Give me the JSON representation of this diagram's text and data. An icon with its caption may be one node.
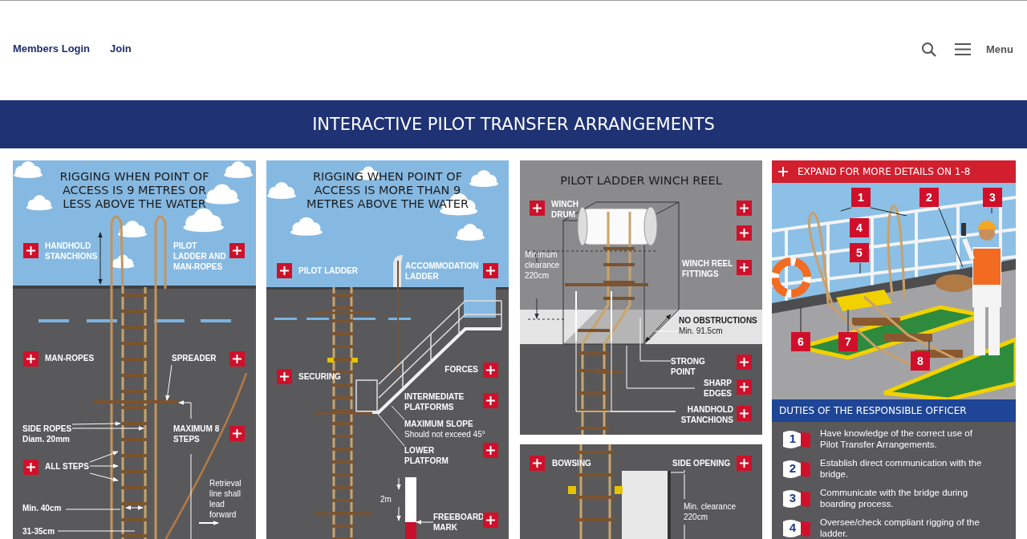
{
  "diagram": {
    "title": "INTERACTIVE PILOT TRANSFER ARRANGEMENTS",
    "nodes": [
      {
        "text": [
          "RIGGING WHEN POINT OF ACCESS IS 9 METRES OR LESS ABOVE THE WATER"
        ]
      },
      {
        "text": [
          "RIGGING WHEN POINT OF ACCESS IS MORE THAN 9 METRES ABOVE THE WATER"
        ]
      },
      {
        "text": [
          "PILOT LADDER WINCH REEL"
        ]
      },
      {
        "text": [],
        "shape": "box"
      },
      {
        "text": [
          "EXPAND FOR MORE DETAILS ON 1-8"
        ]
      },
      {
        "text": [
          "DUTIES OF THE RESPONSIBLE OFFICER"
        ]
      },
      {
        "text": [
          "SPREADER"
        ],
        "in": 0
      },
      {
        "text": [
          "SIDE ROPES Diam. 20mm"
        ],
        "in": 0
      },
      {
        "text": [
          "ALL STEPS"
        ],
        "in": 0
      },
      {
        "text": [
          "Min. 40cm"
        ],
        "in": 0
      },
      {
        "text": [
          "31-35cm"
        ],
        "in": 0
      },
      {
        "text": [
          "MAXIMUM SLOPE",
          "Should not exceed 45°"
        ],
        "in": 1
      },
      {
        "text": [
          "LOWER PLATFORM"
        ],
        "in": 1
      },
      {
        "text": [
          "FREEBOARD MARK"
        ],
        "in": 1
      },
      {
        "text": [
          "NO OBSTRUCTIONS",
          "Min. 91.5cm"
        ],
        "in": 2
      },
      {
        "text": [
          "STRONG POINT"
        ],
        "in": 2
      },
      {
        "text": [
          "SHARP EDGES"
        ],
        "in": 2
      },
      {
        "text": [
          "HANDHOLD STANCHIONS"
        ],
        "in": 2
      },
      {
        "text": [
          "SIDE OPENING"
        ],
        "in": 3
      },
      {
        "text": [
          "1"
        ]
      },
      {
        "text": [
          "2"
        ]
      },
      {
        "text": [
          "3"
        ]
      },
      {
        "text": [
          "4"
        ]
      },
      {
        "text": [
          "5"
        ]
      },
      {
        "text": [
          "6"
        ]
      },
      {
        "text": [
          "7"
        ]
      },
      {
        "text": [
          "8"
        ]
      }
    ],
    "edges": [
      {
        "from": 6,
        "to": null,
        "arrow": "to"
      },
      {
        "from": 7,
        "to": null,
        "arrow": "to"
      },
      {
        "from": 7,
        "to": null,
        "arrow": "to"
      },
      {
        "from": 8,
        "to": null,
        "arrow": "to"
      },
      {
        "from": 8,
        "to": null,
        "arrow": "to"
      },
      {
        "from": 8,
        "to": null,
        "arrow": "to"
      },
      {
        "from": 9,
        "to": null,
        "arrow": "none"
      },
      {
        "from": 10,
        "to": null,
        "arrow": "none"
      },
      {
        "from": 11,
        "to": null,
        "arrow": "none"
      },
      {
        "from": 12,
        "to": null,
        "arrow": "none"
      },
      {
        "from": 13,
        "to": null,
        "arrow": "to"
      },
      {
        "from": 14,
        "to": null,
        "arrow": "none"
      },
      {
        "from": 15,
        "to": null,
        "arrow": "none"
      },
      {
        "from": 16,
        "to": null,
        "arrow": "none"
      },
      {
        "from": 17,
        "to": null,
        "arrow": "none"
      },
      {
        "from": 17,
        "to": null,
        "arrow": "none"
      },
      {
        "from": 18,
        "to": null,
        "arrow": "none"
      },
      {
        "from": 19,
        "to": null,
        "arrow": "none",
        "color": "#222222"
      },
      {
        "from": 19,
        "to": null,
        "arrow": "none",
        "color": "#222222"
      },
      {
        "from": 20,
        "to": null,
        "arrow": "none",
        "color": "#222222"
      },
      {
        "from": 21,
        "to": null,
        "arrow": "none",
        "color": "#222222"
      },
      {
        "from": 23,
        "to": null,
        "arrow": "none",
        "color": "#222222"
      },
      {
        "from": 24,
        "to": null,
        "arrow": "none",
        "color": "#222222"
      },
      {
        "from": 25,
        "to": null,
        "arrow": "none",
        "color": "#222222"
      },
      {
        "from": 26,
        "to": null,
        "arrow": "none",
        "color": "#222222"
      }
    ],
    "labels": [
      "Members Login",
      "Join",
      "Menu",
      "HANDHOLD STANCHIONS",
      "PILOT LADDER AND MAN-ROPES",
      "MAN-ROPES",
      "MAXIMUM 8 STEPS",
      "Retrieval line shall lead forward",
      "PILOT LADDER",
      "ACCOMMODATION LADDER",
      "SECURING",
      "FORCES",
      "INTERMEDIATE PLATFORMS",
      "2m",
      "WINCH DRUM",
      "WINCH REEL FITTINGS",
      "Minimum clearance 220cm",
      "BOWSING",
      "Min. clearance 220cm",
      "1",
      "Have knowledge of the correct use of Pilot Transfer Arrangements.",
      "2",
      "Establish direct communication with the bridge.",
      "3",
      "Communicate with the bridge during boarding process.",
      "4",
      "Oversee/check compliant rigging of the ladder."
    ]
  }
}
